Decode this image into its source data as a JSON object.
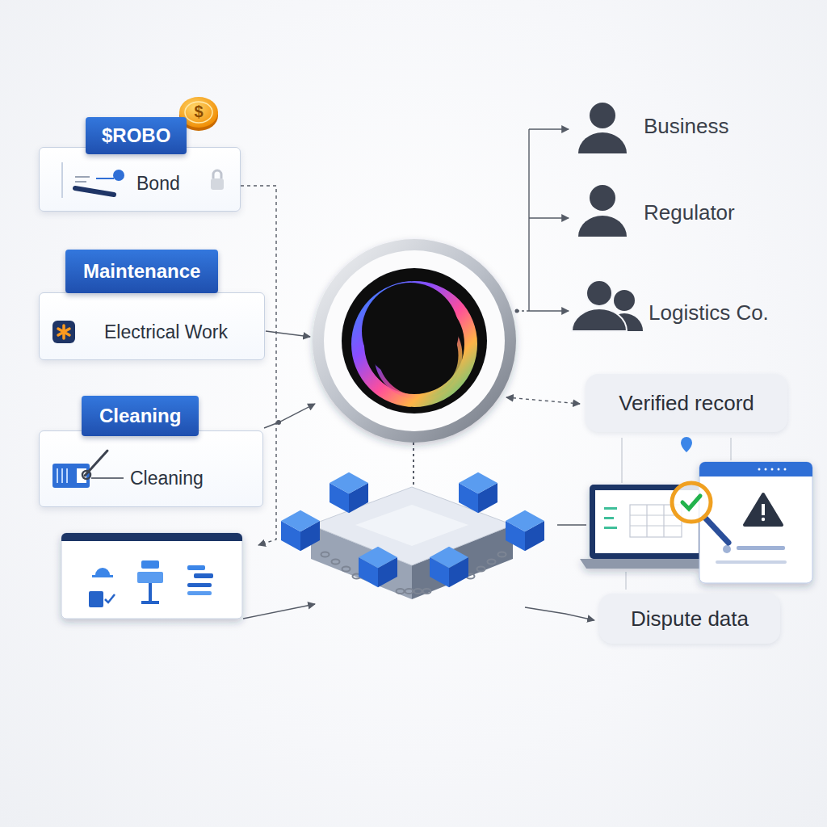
{
  "diagram": {
    "nodes": [
      {
        "text": [
          "$ROBO",
          "Bond"
        ]
      },
      {
        "text": [
          "Maintenance",
          "Electrical Work"
        ]
      },
      {
        "text": [
          "Cleaning",
          "Cleaning"
        ]
      },
      {
        "text": [
          "Verified record"
        ]
      },
      {
        "text": [
          "Dispute data"
        ]
      }
    ],
    "labels": [
      "$",
      "Business",
      "Regulator",
      "Logistics Co."
    ]
  }
}
